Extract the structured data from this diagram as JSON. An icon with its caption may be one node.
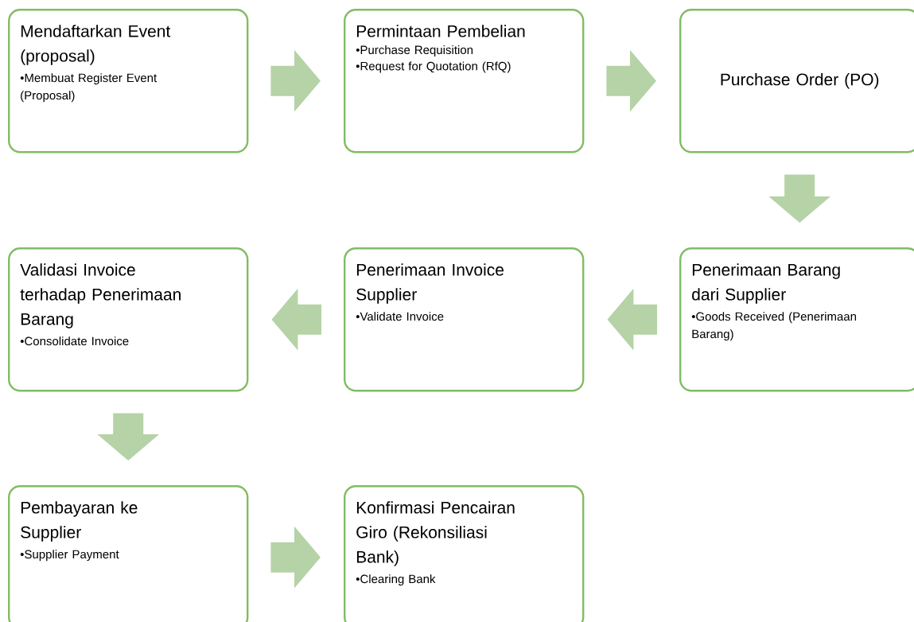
{
  "diagram": {
    "nodes": [
      {
        "text": [
          "Mendaftarkan Event (proposal)",
          "•Membuat Register Event (Proposal)"
        ]
      },
      {
        "text": [
          "Permintaan Pembelian",
          "•Purchase Requisition",
          "•Request for Quotation (RfQ)"
        ]
      },
      {
        "text": [
          "Purchase Order (PO)"
        ]
      },
      {
        "text": [
          "Penerimaan Barang dari Supplier",
          "•Goods Received (Penerimaan Barang)"
        ]
      },
      {
        "text": [
          "Penerimaan Invoice Supplier",
          "•Validate Invoice"
        ]
      },
      {
        "text": [
          "Validasi Invoice terhadap Penerimaan Barang",
          "•Consolidate Invoice"
        ]
      },
      {
        "text": [
          "Pembayaran ke Supplier",
          "•Supplier Payment"
        ]
      },
      {
        "text": [
          "Konfirmasi Pencairan Giro (Rekonsiliasi Bank)",
          "•Clearing Bank"
        ]
      }
    ],
    "edges": [
      {
        "from": 0,
        "to": 1,
        "arrow": "to"
      },
      {
        "from": 1,
        "to": 2,
        "arrow": "to"
      },
      {
        "from": 2,
        "to": 3,
        "arrow": "to"
      },
      {
        "from": 3,
        "to": 4,
        "arrow": "to"
      },
      {
        "from": 4,
        "to": 5,
        "arrow": "to"
      },
      {
        "from": 5,
        "to": 6,
        "arrow": "to"
      },
      {
        "from": 6,
        "to": 7,
        "arrow": "to"
      }
    ]
  }
}
